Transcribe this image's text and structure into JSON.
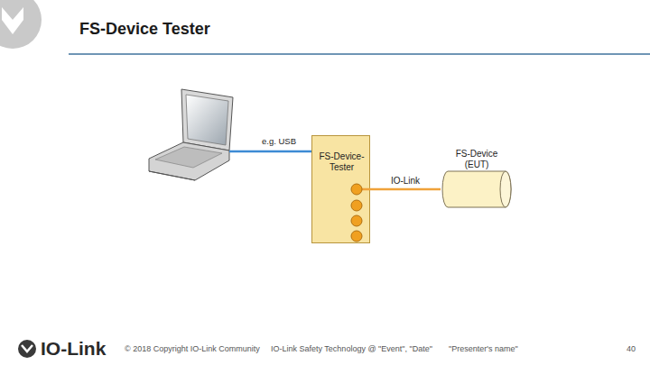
{
  "diagram": {
    "title": "FS-Device Tester",
    "nodes": [
      {
        "text": [
          "FS-Device- Tester"
        ]
      },
      {
        "text": [
          "FS-Device (EUT)"
        ]
      }
    ],
    "edges": [
      {
        "from": 0,
        "to": 1,
        "arrow": "none",
        "label": "IO-Link"
      }
    ],
    "labels": [
      "e.g. USB",
      "IO-Link",
      "© 2018 Copyright IO-Link Community",
      "IO-Link Safety Technology @ \"Event\", \"Date\"",
      "\"Presenter's name\"",
      "40"
    ]
  }
}
